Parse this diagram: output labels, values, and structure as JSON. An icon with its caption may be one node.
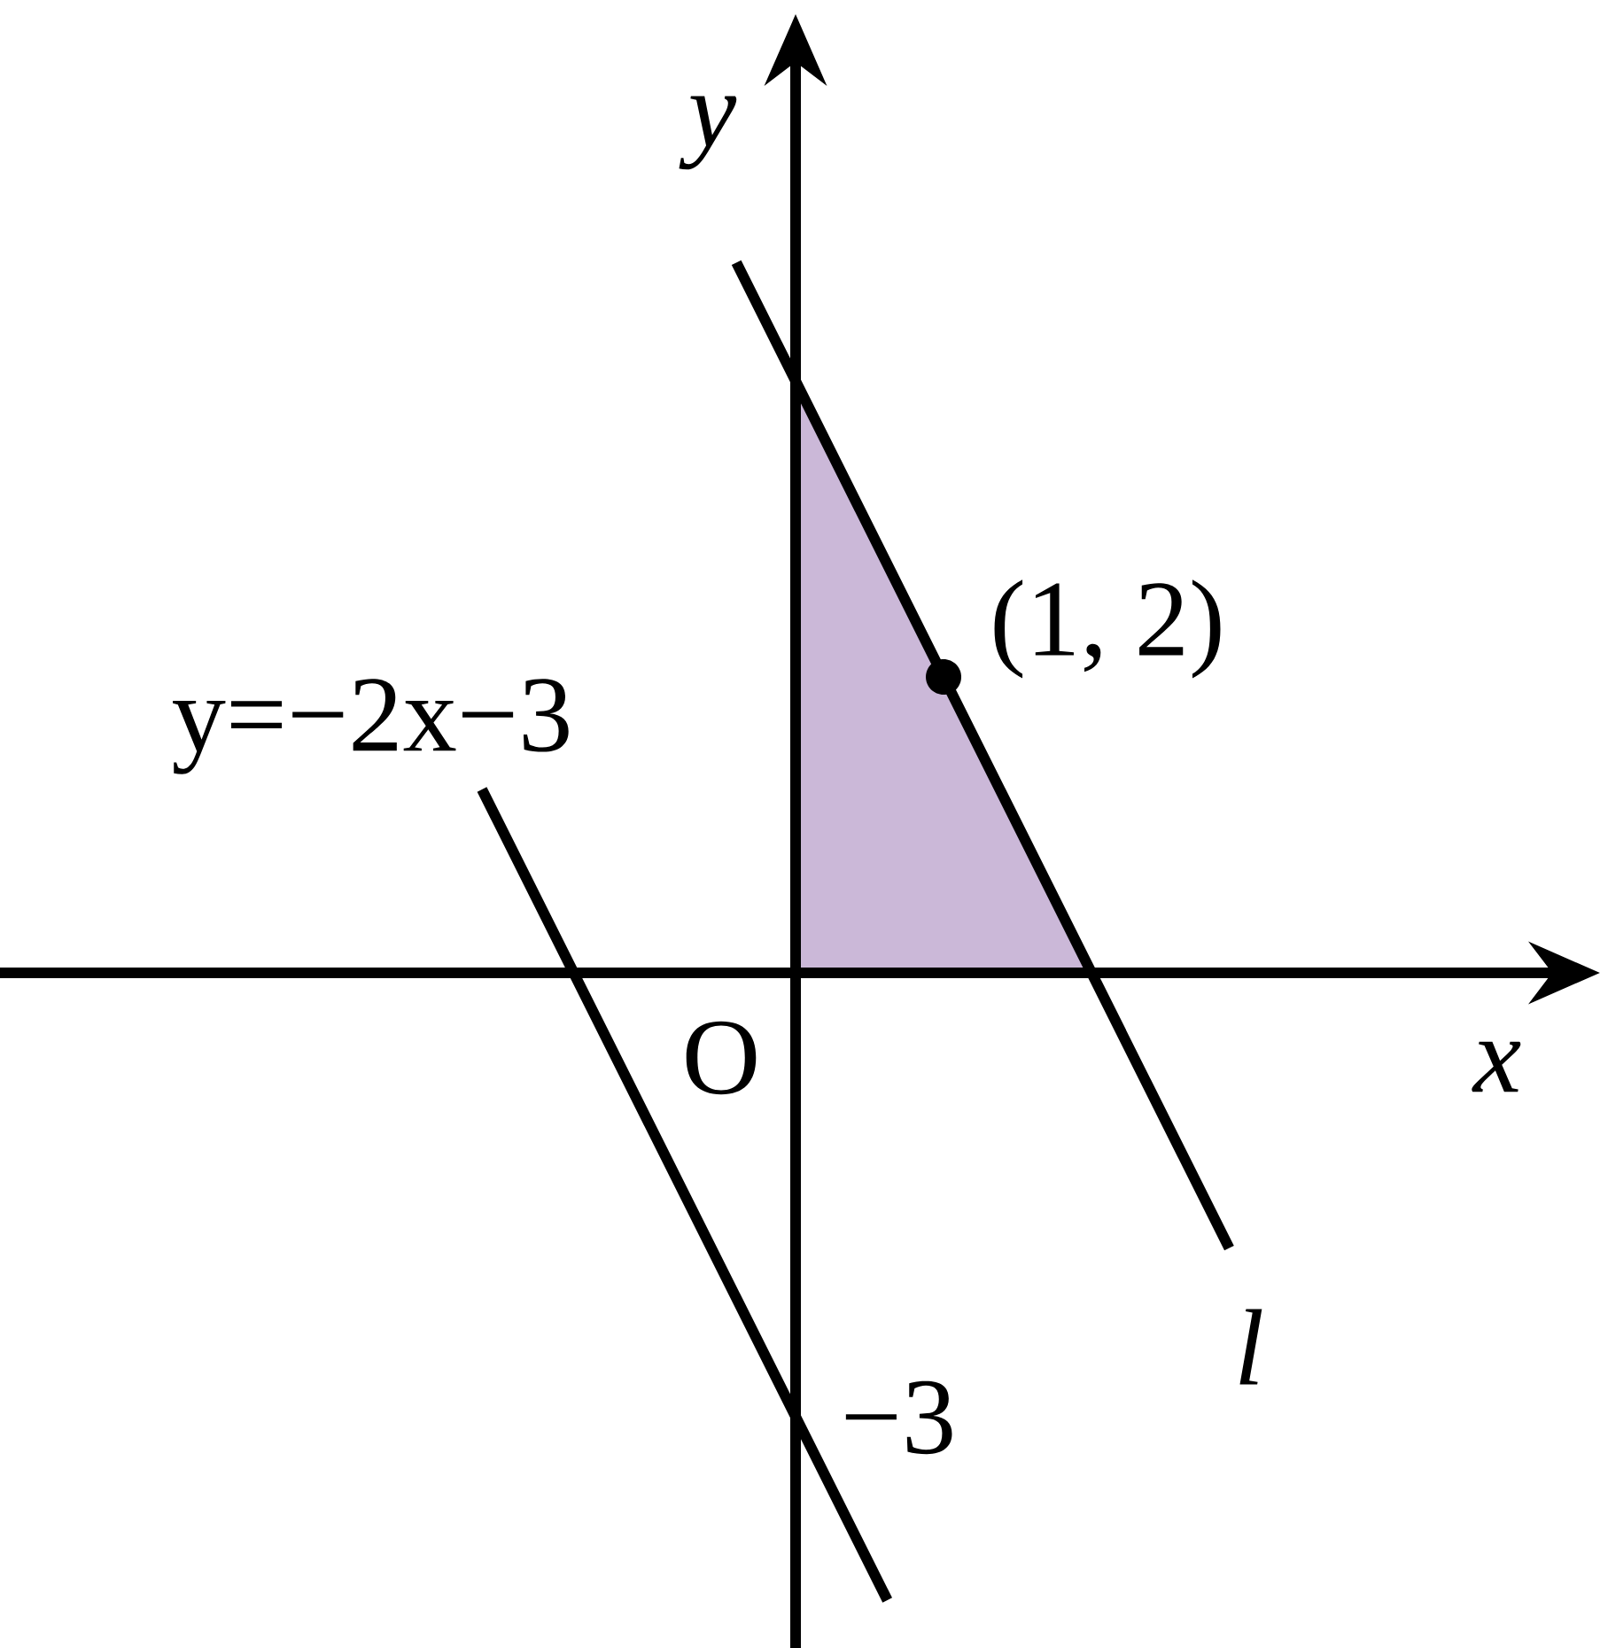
{
  "diagram": {
    "labels": [
      "*y*",
      "(1, 2)",
      "y=−2x−3",
      "*x*",
      "O",
      "*l*",
      "−3"
    ]
  }
}
